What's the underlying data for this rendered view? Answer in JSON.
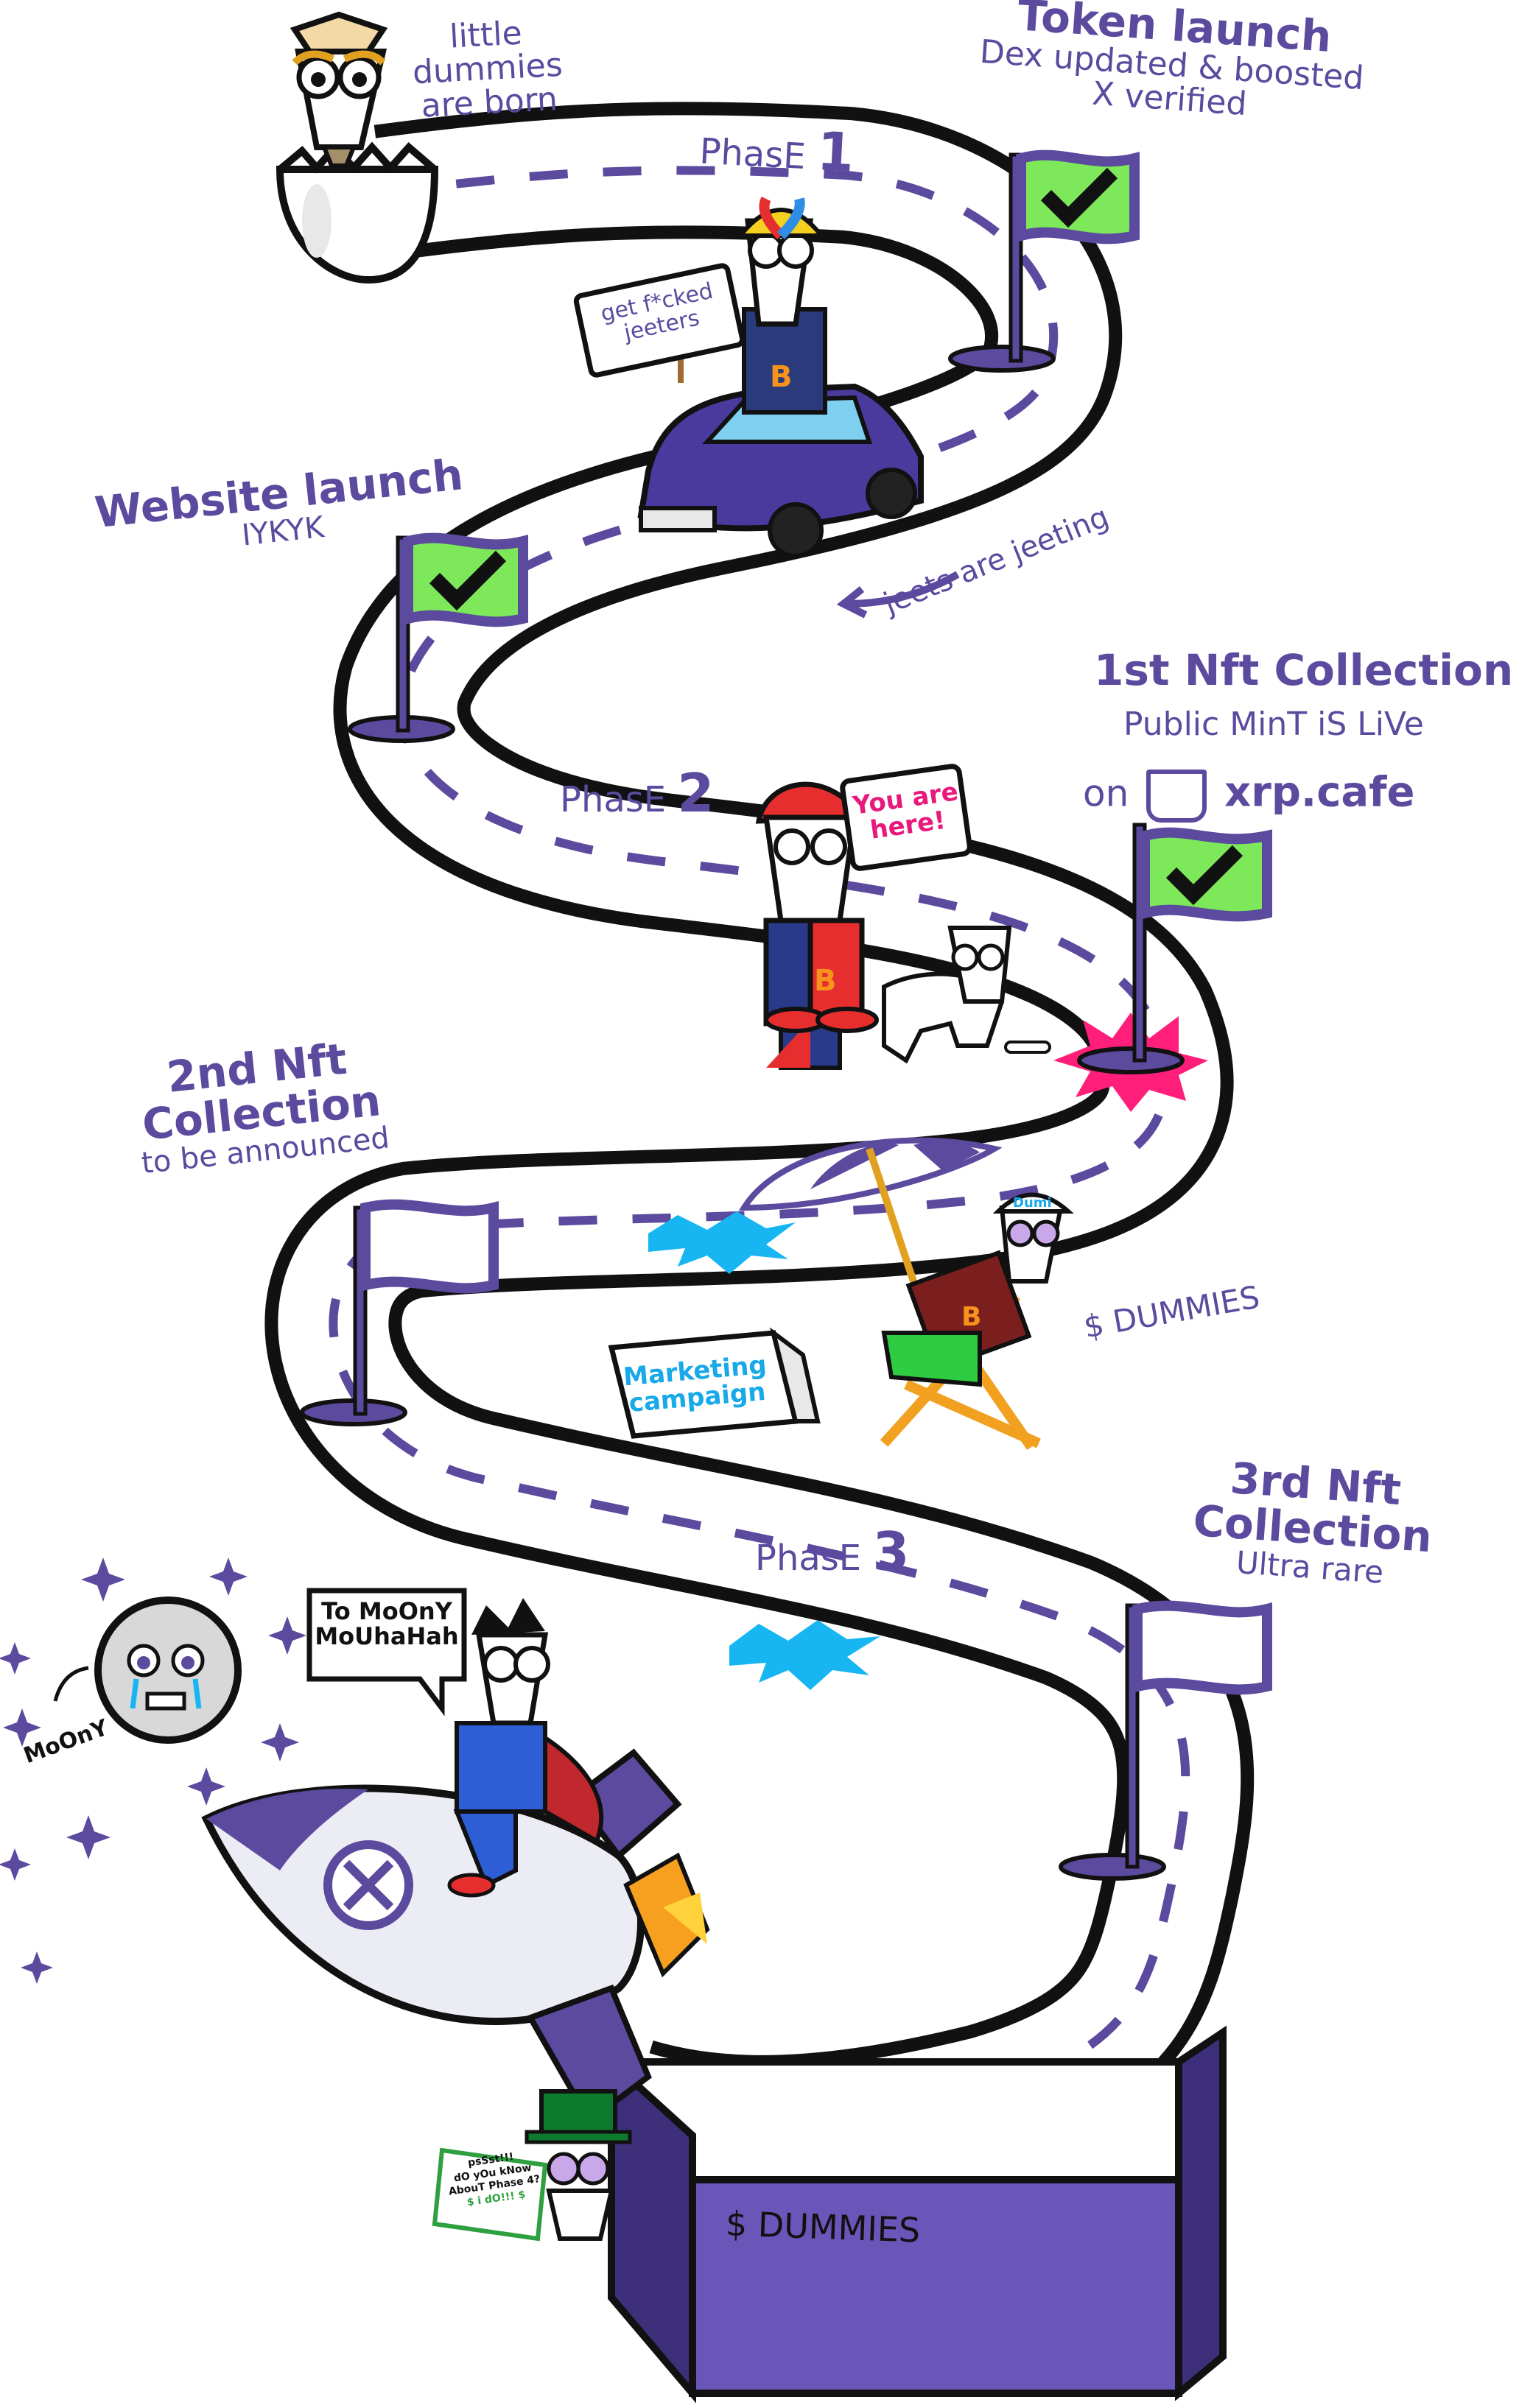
{
  "colors": {
    "purple": "#5b4a9e",
    "purple_dark": "#3d2f7a",
    "road_outline": "#111111",
    "check_green": "#7de85a",
    "burst_pink": "#ff1f7a",
    "burst_blue": "#17b6f2",
    "sign_pink": "#e8197b",
    "sign_cyan": "#17a9e8"
  },
  "milestones": {
    "born": {
      "text_1": "little",
      "text_2": "dummies",
      "text_3": "are born",
      "icon": "egg-icon"
    },
    "token": {
      "title": "Token launch",
      "line_1": "Dex updated & boosted",
      "line_2": "X verified",
      "flag": "checked-flag"
    },
    "website": {
      "title": "Website launch",
      "subtitle": "IYKYK",
      "flag": "checked-flag"
    },
    "nft1": {
      "title": "1st Nft Collection",
      "line_1": "Public MinT iS LiVe",
      "on": "on",
      "site": "xrp.cafe",
      "flag": "checked-flag",
      "icon": "coffee-cup-icon"
    },
    "nft2": {
      "title_1": "2nd Nft",
      "title_2": "Collection",
      "subtitle": "to be announced",
      "flag": "empty-flag"
    },
    "nft3": {
      "title_1": "3rd Nft",
      "title_2": "Collection",
      "subtitle": "Ultra rare",
      "flag": "empty-flag"
    }
  },
  "phases": {
    "p1": {
      "word": "PhasE",
      "num": "1"
    },
    "p2": {
      "word": "PhasE",
      "num": "2"
    },
    "p3": {
      "word": "PhasE",
      "num": "3"
    }
  },
  "signs": {
    "jeeters": {
      "line_1": "get f*cked",
      "line_2": "jeeters"
    },
    "here": {
      "line_1": "You are",
      "line_2": "here!"
    },
    "marketing": {
      "line_1": "Marketing",
      "line_2": "campaign"
    },
    "moon_bubble": {
      "line_1": "To MoOnY",
      "line_2": "MoUhaHah"
    },
    "leprechaun": {
      "line_1": "psSst!!!",
      "line_2": "dO yOu kNow",
      "line_3": "AbouT Phase 4?",
      "line_4": "$    i dO!!!  $"
    }
  },
  "annotations": {
    "jeets": "jeets are jeeting",
    "ticker_beach": "$ DUMMIES",
    "ticker_base": "$ DUMMIES",
    "moon": "MoOnY",
    "cap_label": "Dumi"
  }
}
